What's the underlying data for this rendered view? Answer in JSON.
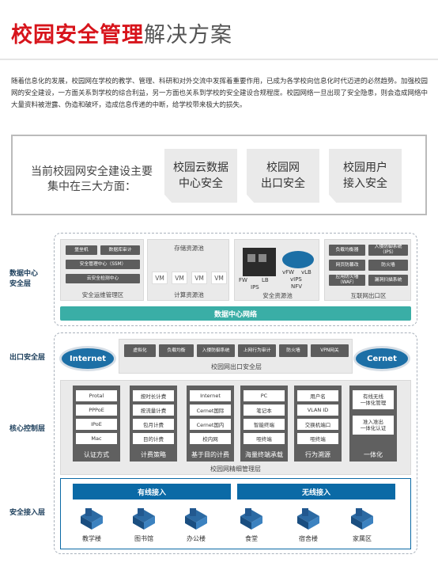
{
  "title": {
    "bold": "校园安全管理",
    "rest": "解决方案"
  },
  "intro": "随着信息化的发展，校园网在学校的教学、管理、科研和对外交流中发挥着重要作用，已成为各学校向信息化时代迈进的必然趋势。加强校园网的安全建设，一方面关系到学校的综合利益，另一方面也关系到学校的安全建设合规程度。校园网络一旦出现了安全隐患，则会造成网络中大量资料被泄露、伪造和破坏，造成信息传递的中断，给学校带来极大的损失。",
  "focus": {
    "lead": "当前校园网安全建设主要集中在三大方面：",
    "items": [
      "校园云数据\n中心安全",
      "校园网\n出口安全",
      "校园用户\n接入安全"
    ]
  },
  "layers": {
    "dc": "数据中心\n安全层",
    "exit": "出口安全层",
    "core": "核心控制层",
    "access": "安全接入层"
  },
  "dc": {
    "ops": {
      "title": "安全运维管理区",
      "chips": [
        "堡垒机",
        "数据库审计",
        "安全管理中心（SSM）",
        "云安全检测中心"
      ]
    },
    "storage": {
      "title": "存储资源池"
    },
    "compute": {
      "title": "计算资源池",
      "vms": [
        "VM",
        "VM",
        "VM",
        "VM"
      ]
    },
    "security": {
      "title": "安全资源池",
      "labels": [
        "FW",
        "LB",
        "IPS",
        "vFW",
        "vLB",
        "vIPS",
        "NFV"
      ]
    },
    "internet": {
      "title": "互联网出口区",
      "chips": [
        "负载均衡器",
        "入侵防御系统（IPS）",
        "网页防篡改",
        "防火墙",
        "应用防火墙（WAF）",
        "漏洞扫描系统"
      ]
    },
    "network": "数据中心网络"
  },
  "exit": {
    "clouds": [
      "Internet",
      "Cernet"
    ],
    "chips": [
      "虚拟化",
      "负载均衡",
      "入侵防御系统",
      "上网行为审计",
      "防火墙",
      "VPN网关"
    ],
    "title": "校园网出口安全层"
  },
  "core": {
    "columns": [
      {
        "title": "认证方式",
        "items": [
          "Protal",
          "PPPoE",
          "IPoE",
          "Mac"
        ]
      },
      {
        "title": "计费策略",
        "items": [
          "按时长计费",
          "按流量计费",
          "包月计费",
          "目的计费"
        ]
      },
      {
        "title": "基于目的计费",
        "items": [
          "Internet",
          "Cernet国际",
          "Cernet国内",
          "校内网"
        ]
      },
      {
        "title": "海量终端承载",
        "items": [
          "PC",
          "笔记本",
          "智能终端",
          "哑终端"
        ]
      },
      {
        "title": "行为溯源",
        "items": [
          "用户名",
          "VLAN ID",
          "交换机端口",
          "哑终端"
        ]
      },
      {
        "title": "一体化",
        "items": [
          "有线无线\n一体化管理",
          "准入准出\n一体化认证"
        ]
      }
    ],
    "title": "校园网精细管理层"
  },
  "access": {
    "wired": "有线接入",
    "wireless": "无线接入",
    "buildings": [
      "教学楼",
      "图书馆",
      "办公楼",
      "食堂",
      "宿舍楼",
      "家属区"
    ]
  },
  "colors": {
    "red": "#d7141b",
    "teal": "#3aaea6",
    "blue": "#0b6aa6",
    "navy": "#1c6fa6"
  }
}
